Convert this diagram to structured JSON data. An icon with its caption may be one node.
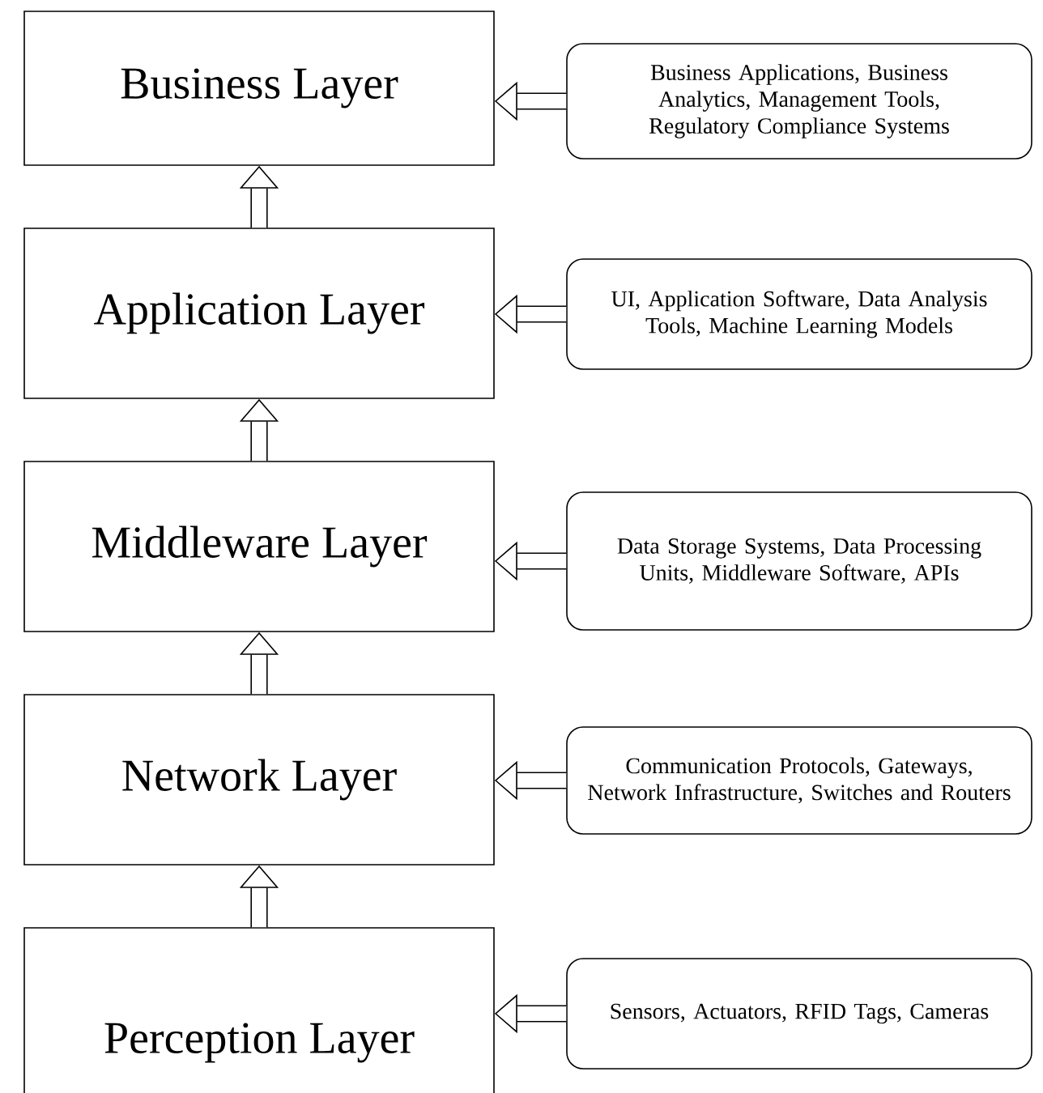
{
  "diagram": {
    "nodes": [
      {
        "text": [
          "Business Layer"
        ]
      },
      {
        "text": [
          "Business Applications, Business Analytics, Management Tools, Regulatory Compliance Systems"
        ]
      },
      {
        "text": [
          "Application Layer"
        ]
      },
      {
        "text": [
          "UI, Application Software, Data Analysis Tools, Machine Learning Models"
        ]
      },
      {
        "text": [
          "Middleware Layer"
        ]
      },
      {
        "text": [
          "Data Storage Systems, Data Processing Units, Middleware Software, APIs"
        ]
      },
      {
        "text": [
          "Network Layer"
        ]
      },
      {
        "text": [
          "Communication Protocols, Gateways, Network Infrastructure, Switches and Routers"
        ]
      },
      {
        "text": [
          "Perception Layer"
        ]
      },
      {
        "text": [
          "Sensors, Actuators, RFID Tags, Cameras"
        ]
      }
    ],
    "edges": [
      {
        "from": 1,
        "to": 0,
        "arrow": "to"
      },
      {
        "from": 2,
        "to": 0,
        "arrow": "to"
      },
      {
        "from": 3,
        "to": 2,
        "arrow": "to"
      },
      {
        "from": 4,
        "to": 2,
        "arrow": "to"
      },
      {
        "from": 5,
        "to": 4,
        "arrow": "to"
      },
      {
        "from": 6,
        "to": 4,
        "arrow": "to"
      },
      {
        "from": 7,
        "to": 6,
        "arrow": "to"
      },
      {
        "from": 8,
        "to": 6,
        "arrow": "to"
      },
      {
        "from": 9,
        "to": 8,
        "arrow": "to"
      }
    ]
  }
}
